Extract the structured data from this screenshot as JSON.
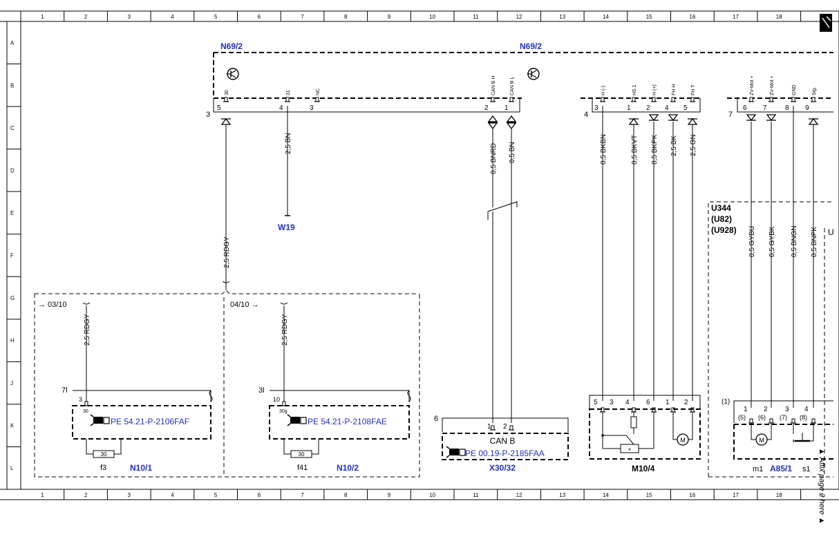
{
  "grid": {
    "columns": [
      "1",
      "2",
      "3",
      "4",
      "5",
      "6",
      "7",
      "8",
      "9",
      "10",
      "11",
      "12",
      "13",
      "14",
      "15",
      "16",
      "17",
      "18",
      "1"
    ],
    "rows": [
      "A",
      "B",
      "C",
      "D",
      "E",
      "F",
      "G",
      "H",
      "J",
      "K",
      "L"
    ]
  },
  "modules": {
    "n69_left": "N69/2",
    "n69_right": "N69/2",
    "w19": "W19",
    "u344": "U344",
    "u82": "(U82)",
    "u928": "(U928)",
    "u_cut": "U",
    "n10_1": "N10/1",
    "n10_2": "N10/2",
    "x30_32": "X30/32",
    "m10_4": "M10/4",
    "a85_1": "A85/1",
    "can_b": "CAN B",
    "m1": "m1",
    "s1": "s1",
    "f3": "f3",
    "f41": "f41"
  },
  "refs": {
    "n10_1": "PE 54.21-P-2106FAF",
    "n10_2": "PE 54.21-P-2108FAE",
    "x30_32": "PE 00.19-P-2185FAA"
  },
  "connectors": {
    "c3": "3",
    "c4": "4",
    "c7": "7",
    "c6": "6",
    "c7l": "7l",
    "c3l": "3l",
    "c1p": "(1)"
  },
  "pins": {
    "p30": "30",
    "p31": "31",
    "pnc": "NC",
    "pcanh": "CAN B H",
    "pcanl": "CAN B L",
    "ph_minus": "H (-)",
    "phs1": "HS 1",
    "ph_plus": "H (+)",
    "pfhh": "FH H",
    "pfht": "FH T",
    "pzv1": "ZV-Mot +",
    "pzv2": "ZV-Mot +",
    "pgnd": "GND",
    "psig": "Sig.",
    "n5": "5",
    "n4": "4",
    "n3": "3",
    "n2": "2",
    "n1": "1",
    "n6": "6",
    "n7": "7",
    "n8": "8",
    "n9": "9",
    "m10_5": "5",
    "m10_3": "3",
    "m10_4": "4",
    "m10_6": "6",
    "m10_1": "1",
    "m10_2": "2",
    "a_1": "1",
    "a_2": "2",
    "a_3": "3",
    "a_4": "4",
    "a_5": "(5)",
    "a_6": "(6)",
    "a_7": "(7)",
    "a_8": "(8)",
    "n10_3": "3",
    "n10_30": "30",
    "n10_10": "10",
    "n10_30g": "30g",
    "fuse30": "30"
  },
  "wires": {
    "rdgy": "2,5 RDGY",
    "bn": "2,5 BN",
    "bnrd": "0,5 BNRD",
    "bn05": "0,5 BN",
    "bkbn": "0,5 BKBN",
    "bkvt": "0,5 BKVT",
    "bkpk": "0,5 BKPK",
    "bk": "2,5 BK",
    "gn": "2,5 GN",
    "gybu": "0,5 GYBU",
    "gybk": "0,5 GYBK",
    "bngn": "0,5 BNGN",
    "bnpk": "0,5 BNPK",
    "rdgy_a": "2,5 RDGY",
    "rdgy_b": "2,5 RDGY"
  },
  "xref": {
    "left": "→ 03/10",
    "right": "04/10 →"
  },
  "side_note": "▲ Affix page 2 here ▲",
  "colors": {
    "line": "#000000",
    "link": "#2030c8"
  }
}
